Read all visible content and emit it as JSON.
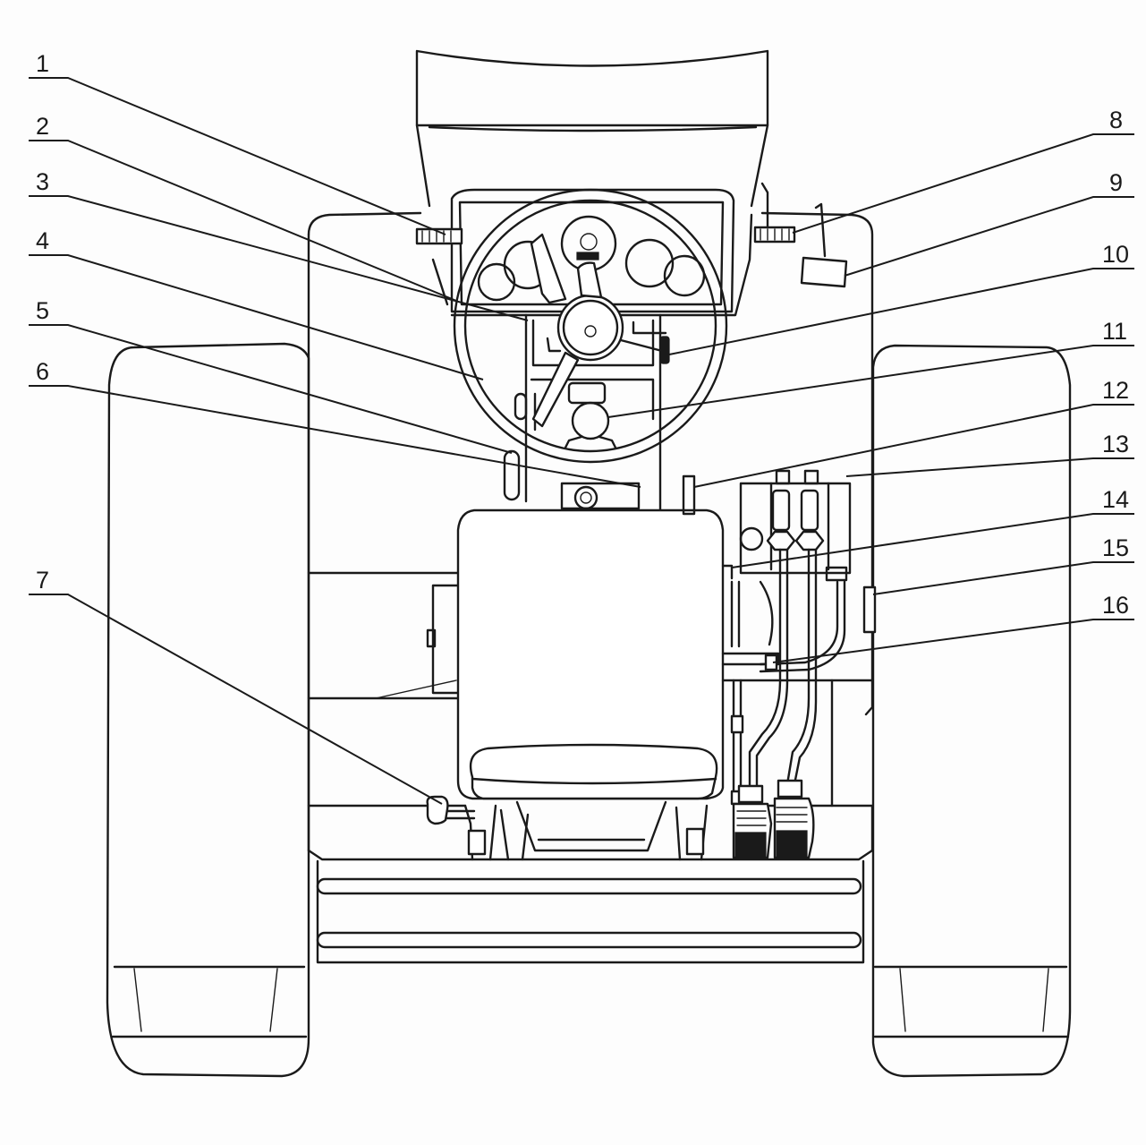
{
  "colors": {
    "line": "#1a1a1a",
    "paper": "#fdfdfd"
  },
  "callouts": [
    {
      "label": "1"
    },
    {
      "label": "2"
    },
    {
      "label": "3"
    },
    {
      "label": "4"
    },
    {
      "label": "5"
    },
    {
      "label": "6"
    },
    {
      "label": "7"
    },
    {
      "label": "8"
    },
    {
      "label": "9"
    },
    {
      "label": "10"
    },
    {
      "label": "11"
    },
    {
      "label": "12"
    },
    {
      "label": "13"
    },
    {
      "label": "14"
    },
    {
      "label": "15"
    },
    {
      "label": "16"
    }
  ]
}
